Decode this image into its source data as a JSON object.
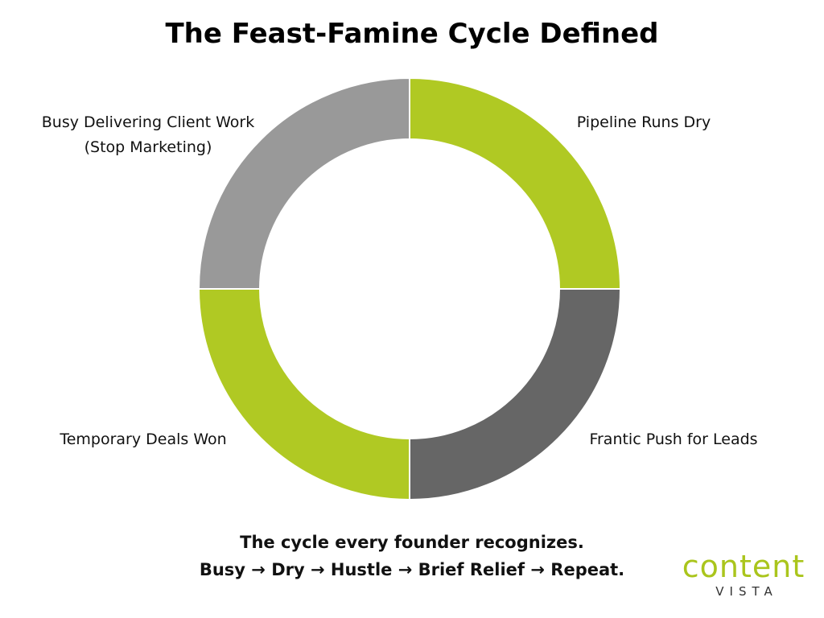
{
  "title": "The Feast-Famine Cycle Defined",
  "cycle": {
    "segments": [
      {
        "label_lines": [
          "Pipeline Runs Dry"
        ],
        "color": "#b0c923",
        "share": 0.25
      },
      {
        "label_lines": [
          "Frantic Push for Leads"
        ],
        "color": "#666666",
        "share": 0.25
      },
      {
        "label_lines": [
          "Temporary Deals Won"
        ],
        "color": "#b0c923",
        "share": 0.25
      },
      {
        "label_lines": [
          "Busy Delivering Client Work",
          "(Stop Marketing)"
        ],
        "color": "#999999",
        "share": 0.25
      }
    ],
    "separator_color": "#ffffff"
  },
  "footer": {
    "line1": "The cycle every founder recognizes.",
    "line2": "Busy → Dry → Hustle → Brief Relief → Repeat."
  },
  "logo": {
    "word": "content",
    "sub": "VISTA",
    "color": "#aac51c"
  }
}
